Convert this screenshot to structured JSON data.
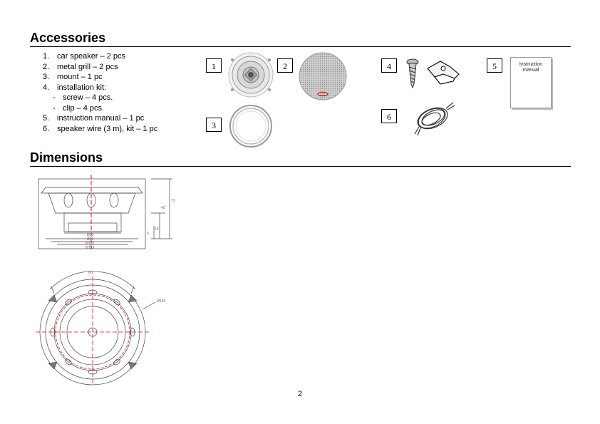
{
  "section1": {
    "title": "Accessories"
  },
  "section2": {
    "title": "Dimensions"
  },
  "accessories": [
    {
      "num": "1.",
      "text": "car speaker – 2 pcs"
    },
    {
      "num": "2.",
      "text": "metal grill – 2 pcs"
    },
    {
      "num": "3.",
      "text": "mount – 1 pc"
    },
    {
      "num": "4.",
      "text": "installation kit:"
    },
    {
      "dash": "-",
      "text": "screw – 4 pcs."
    },
    {
      "dash": "-",
      "text": "clip – 4 pcs."
    },
    {
      "num": "5.",
      "text": "instruction manual – 1 pc"
    },
    {
      "num": "6.",
      "text": "speaker wire (3 m), kit – 1 pc"
    }
  ],
  "figures": {
    "labels": [
      "1",
      "2",
      "3",
      "4",
      "5",
      "6"
    ],
    "manual_text": "Instruction manual"
  },
  "dimensions": {
    "side_labels": [
      "Ø70",
      "Ø90",
      "Ø130",
      "Ø153",
      "42",
      "5",
      "10",
      "71"
    ],
    "top_labels": [
      "Ø156",
      "8-2"
    ]
  },
  "page_number": "2"
}
